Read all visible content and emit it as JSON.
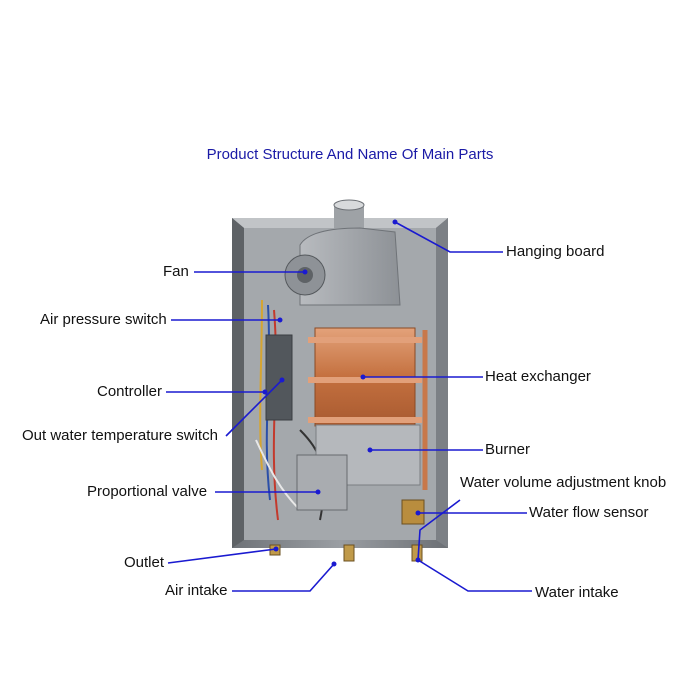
{
  "title": "Product Structure And Name Of Main Parts",
  "colors": {
    "title": "#1a1aa6",
    "leader_line": "#1a1ad0",
    "casing": "#8a8e93",
    "copper": "#c8784a"
  },
  "labels": {
    "fan": "Fan",
    "air_pressure_switch": "Air pressure switch",
    "controller": "Controller",
    "out_water_temperature_switch": "Out water temperature switch",
    "proportional_valve": "Proportional valve",
    "outlet": "Outlet",
    "air_intake": "Air intake",
    "hanging_board": "Hanging board",
    "heat_exchanger": "Heat exchanger",
    "burner": "Burner",
    "water_volume_adjustment_knob": "Water volume adjustment  knob",
    "water_flow_sensor": "Water flow sensor",
    "water_intake": "Water intake"
  }
}
